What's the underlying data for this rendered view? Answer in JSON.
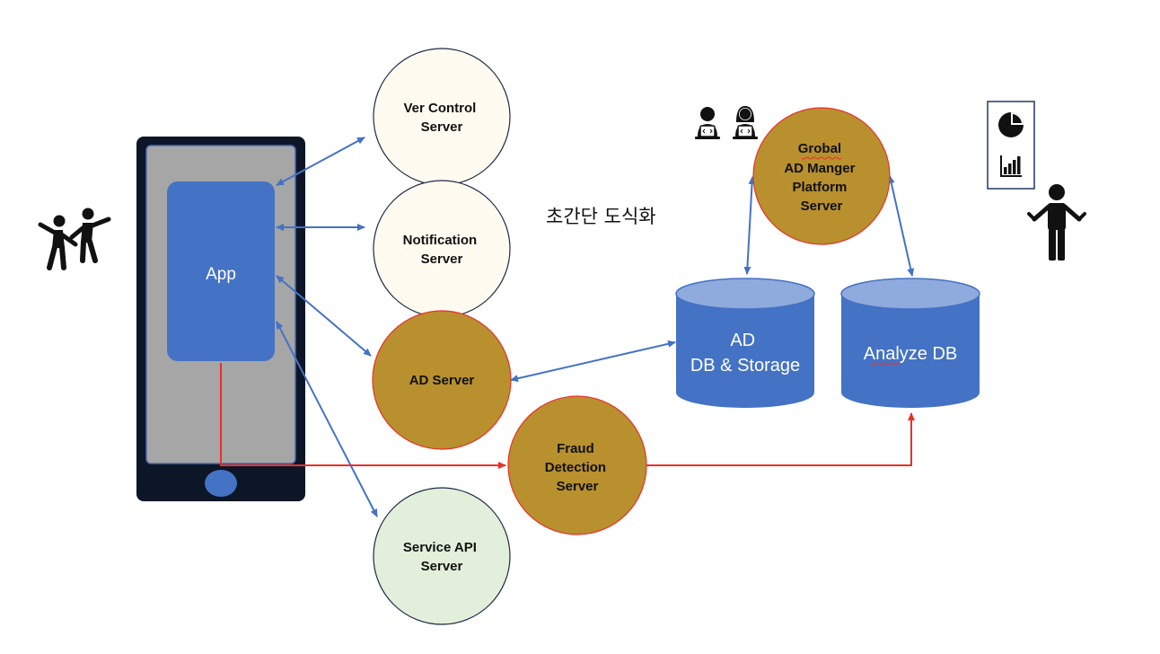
{
  "title": "초간단 도식화",
  "phone": {
    "app_label": "App"
  },
  "servers": {
    "ver_control": {
      "line1": "Ver Control",
      "line2": "Server"
    },
    "notification": {
      "line1": "Notification",
      "line2": "Server"
    },
    "ad": {
      "line1": "AD Server"
    },
    "fraud": {
      "line1": "Fraud",
      "line2": "Detection",
      "line3": "Server"
    },
    "service_api": {
      "line1": "Service API",
      "line2": "Server"
    },
    "global_ad": {
      "line1": "Grobal",
      "line2": "AD Manger",
      "line3": "Platform",
      "line4": "Server"
    }
  },
  "databases": {
    "ad_db": {
      "line1": "AD",
      "line2": "DB & Storage"
    },
    "analyze_db": {
      "line1": "Analyze DB"
    }
  },
  "icons": [
    "users-icon",
    "developers-icon",
    "pie-chart-icon",
    "bar-chart-icon",
    "analyst-icon"
  ],
  "colors": {
    "blue": "#4472C4",
    "blue_light": "#8FAADC",
    "gold": "#B8902E",
    "cream": "#FFFBF0",
    "mint": "#E2EFDA",
    "red": "#E8312A",
    "phone_body": "#0D1626",
    "phone_screen": "#A6A6A6"
  }
}
